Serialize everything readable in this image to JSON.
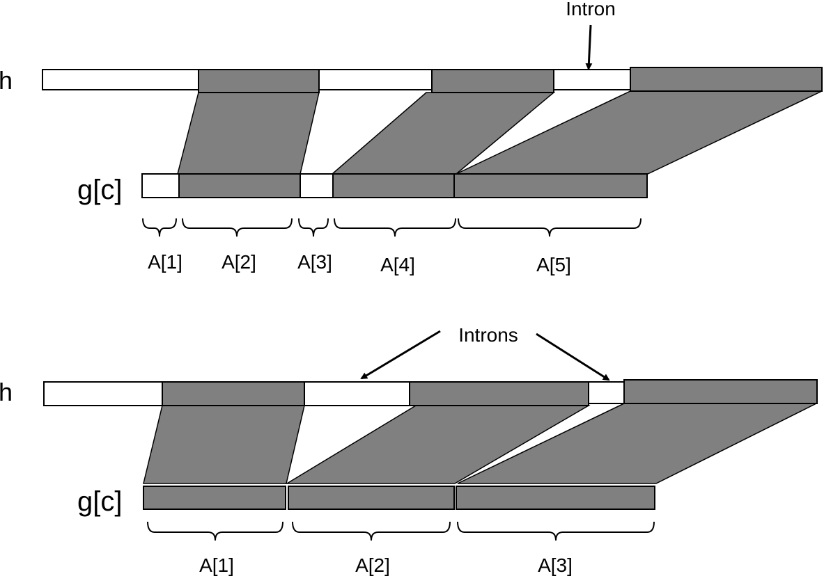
{
  "colors": {
    "exon_fill": "#808080",
    "intron_fill": "#ffffff",
    "stroke": "#000000"
  },
  "panel_top": {
    "h_label": "h",
    "gc_label": "g[c]",
    "annotation": "Intron",
    "segments": [
      "A[1]",
      "A[2]",
      "A[3]",
      "A[4]",
      "A[5]"
    ]
  },
  "panel_bottom": {
    "h_label": "h",
    "gc_label": "g[c]",
    "annotation": "Introns",
    "segments": [
      "A[1]",
      "A[2]",
      "A[3]"
    ]
  }
}
